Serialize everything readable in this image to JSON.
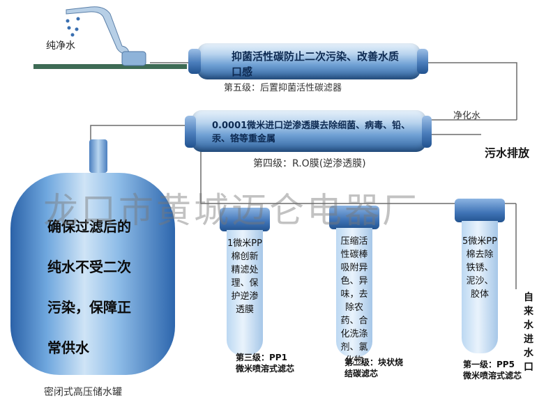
{
  "faucet_label": "纯净水",
  "filter5": {
    "text": "抑菌活性碳防止二次污染、改善水质口感",
    "caption": "第五级：后置抑菌活性碳滤器"
  },
  "filter4": {
    "text": "0.0001微米进口逆渗透膜去除细菌、病毒、铅、汞、铬等重金属",
    "caption": "第四级：R.O膜(逆渗透膜)"
  },
  "purified_water_label": "净化水",
  "waste_discharge_label": "污水排放",
  "tank": {
    "text_lines": [
      "确保过滤后的",
      "纯水不受二次",
      "污染，保障正",
      "常供水"
    ],
    "caption": "密闭式高压储水罐"
  },
  "stage3": {
    "column_text": "1微米PP棉创新精滤处理、保护逆渗透膜",
    "label": "第三级：PP1微米喷溶式滤芯"
  },
  "stage2": {
    "column_text": "压缩活性碳棒吸附异色、异味，去除农药、合化洗涤剂、氯化物",
    "label": "第二级：块状烧结碳滤芯"
  },
  "stage1": {
    "column_text": "5微米PP棉去除铁锈、泥沙、胶体",
    "label": "第一级：PP5微米喷溶式滤芯"
  },
  "tap_water_inlet": "自来水进水口",
  "watermark": "龙口市黄城迈仑电器厂",
  "colors": {
    "pipe": "#6b6b6b",
    "filter_blue": "#3f73b6",
    "counter_green": "#3e6b55"
  }
}
